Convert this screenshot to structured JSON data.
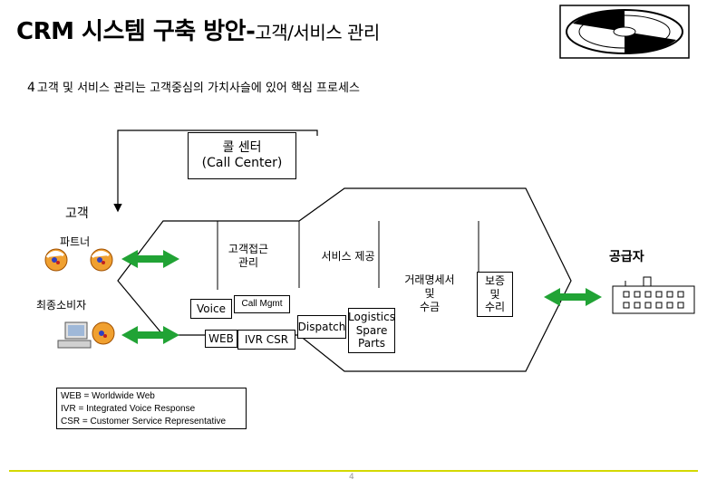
{
  "header": {
    "title_main": "CRM 시스템 구축 방안-",
    "title_sub": "고객/서비스 관리",
    "bullet_mark": "4",
    "bullet_text": "고객 및 서비스 관리는 고객중심의 가치사슬에 있어 핵심 프로세스"
  },
  "diagram": {
    "call_center": "콜 센터\n(Call Center)",
    "customer": "고객",
    "partner": "파트너",
    "end_consumer": "최종소비자",
    "customer_access": "고객접근\n관리",
    "service_delivery": "서비스 제공",
    "supplier": "공급자",
    "billing": "거래명세서\n및\n수금",
    "warranty": "보증\n및\n수리",
    "voice": "Voice",
    "call_mgmt": "Call Mgmt",
    "web": "WEB",
    "ivr_csr": "IVR CSR",
    "dispatch": "Dispatch",
    "logistics": "Logistics\nSpare\nParts"
  },
  "legend": {
    "line1": "WEB = Worldwide Web",
    "line2": "IVR = Integrated Voice Response",
    "line3": "CSR = Customer Service Representative"
  },
  "footer": {
    "page_mark": "4"
  },
  "colors": {
    "arrow_green": "#21a335",
    "footer_line": "#d4d800"
  }
}
